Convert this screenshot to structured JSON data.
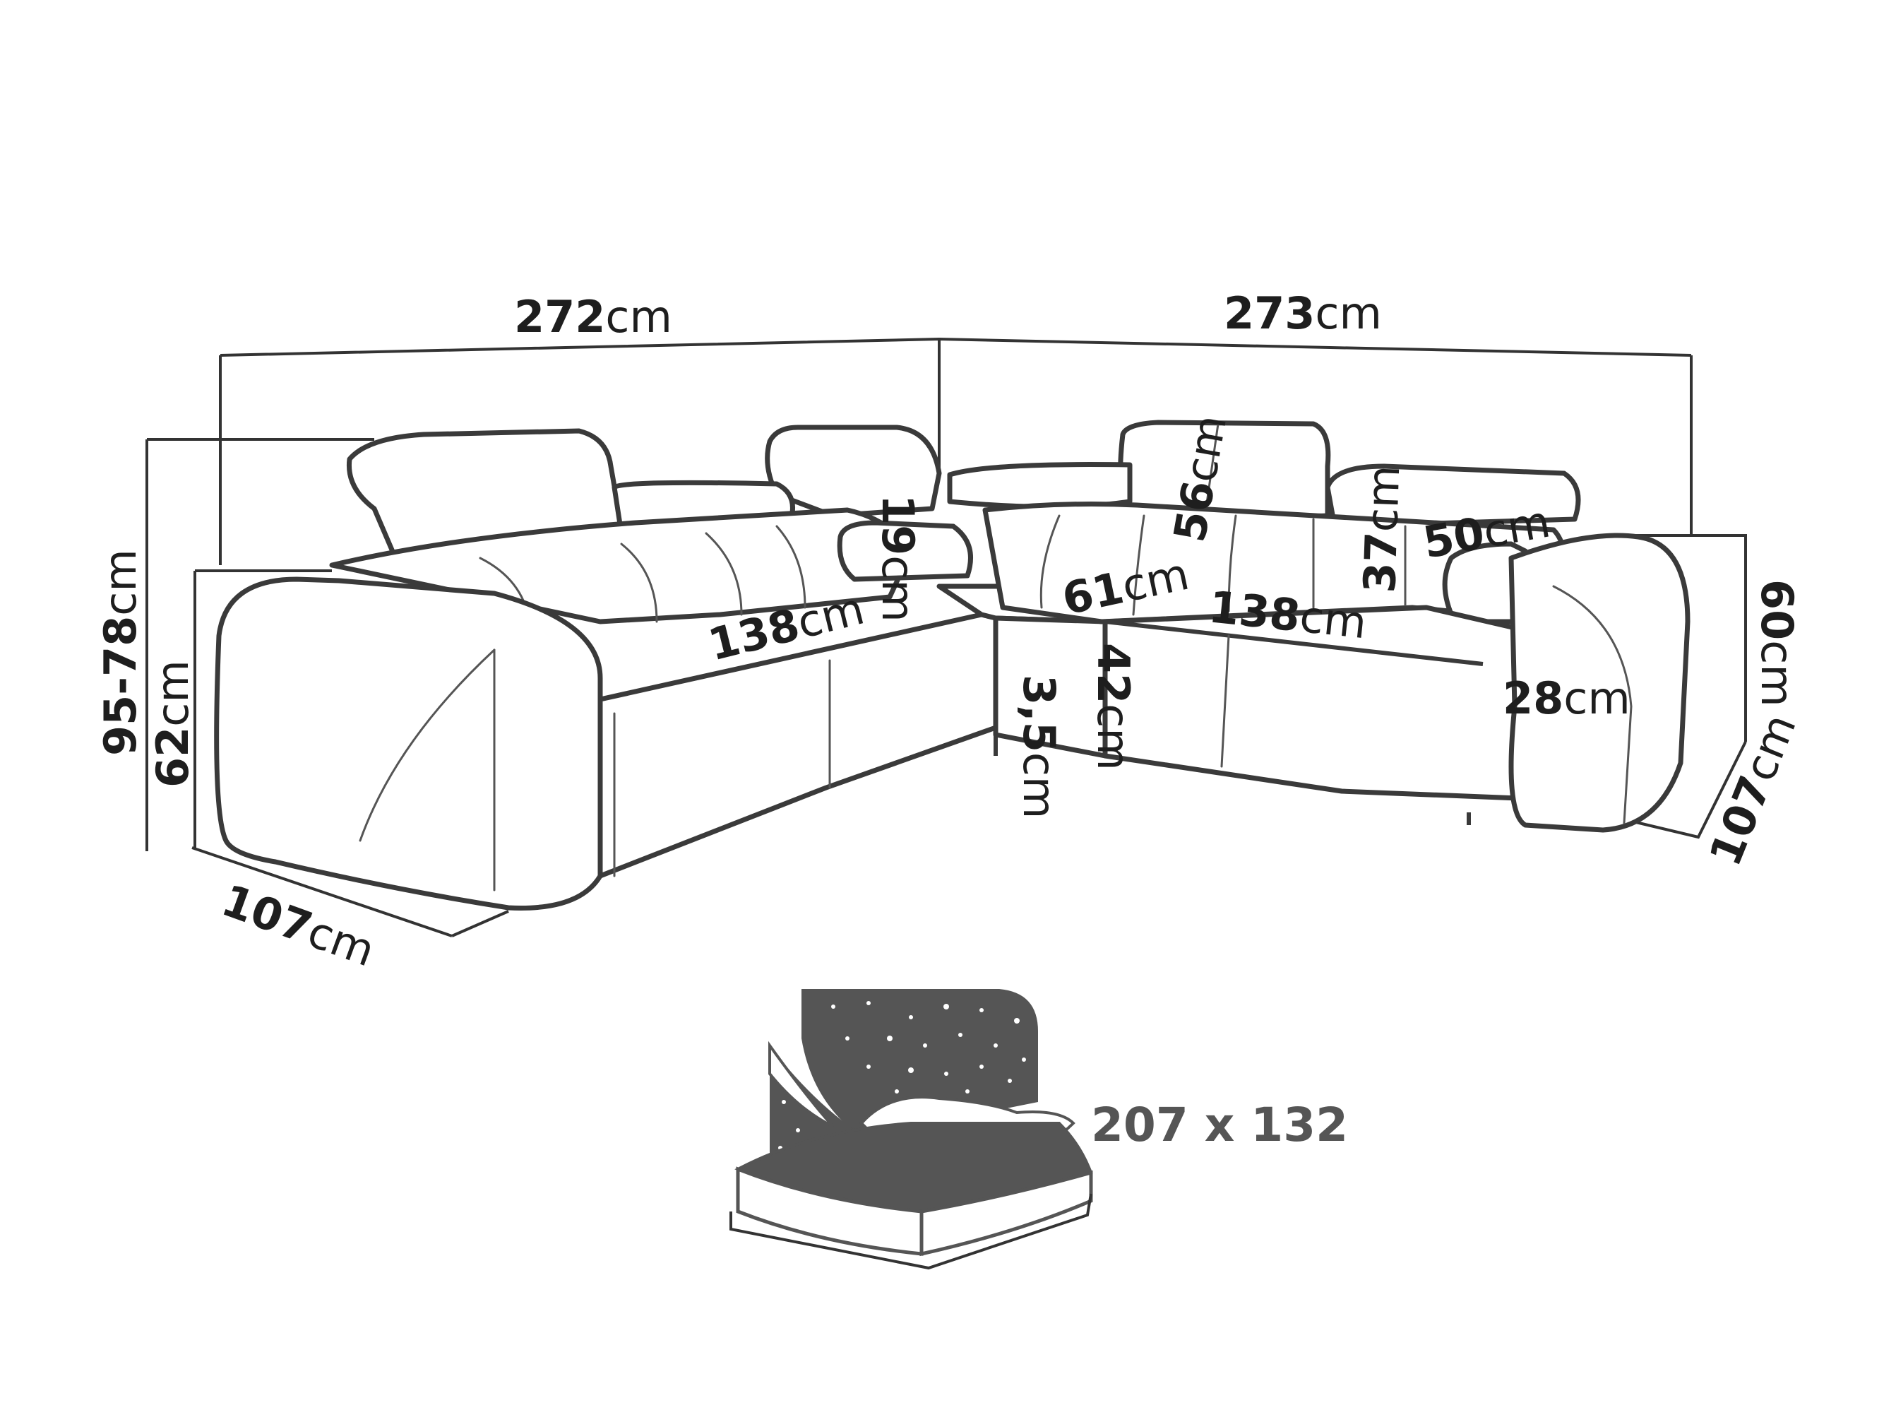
{
  "dimensions": {
    "width_left": {
      "value": "272",
      "unit": "cm"
    },
    "width_right": {
      "value": "273",
      "unit": "cm"
    },
    "height_total": {
      "value": "95-78",
      "unit": "cm"
    },
    "height_back": {
      "value": "62",
      "unit": "cm"
    },
    "depth_left": {
      "value": "107",
      "unit": "cm"
    },
    "depth_right": {
      "value": "107",
      "unit": "cm"
    },
    "height_right": {
      "value": "60",
      "unit": "cm"
    },
    "seat_left": {
      "value": "138",
      "unit": "cm"
    },
    "seat_right": {
      "value": "138",
      "unit": "cm"
    },
    "corner_seat": {
      "value": "61",
      "unit": "cm"
    },
    "headrest": {
      "value": "56",
      "unit": "cm"
    },
    "headrest_lower": {
      "value": "37",
      "unit": "cm"
    },
    "headrest_width": {
      "value": "50",
      "unit": "cm"
    },
    "armrest": {
      "value": "28",
      "unit": "cm"
    },
    "seat_height": {
      "value": "42",
      "unit": "cm"
    },
    "leg_height": {
      "value": "3,5",
      "unit": "cm"
    },
    "cushion": {
      "value": "19",
      "unit": "cm"
    }
  },
  "bed": {
    "label": "207 x 132"
  }
}
